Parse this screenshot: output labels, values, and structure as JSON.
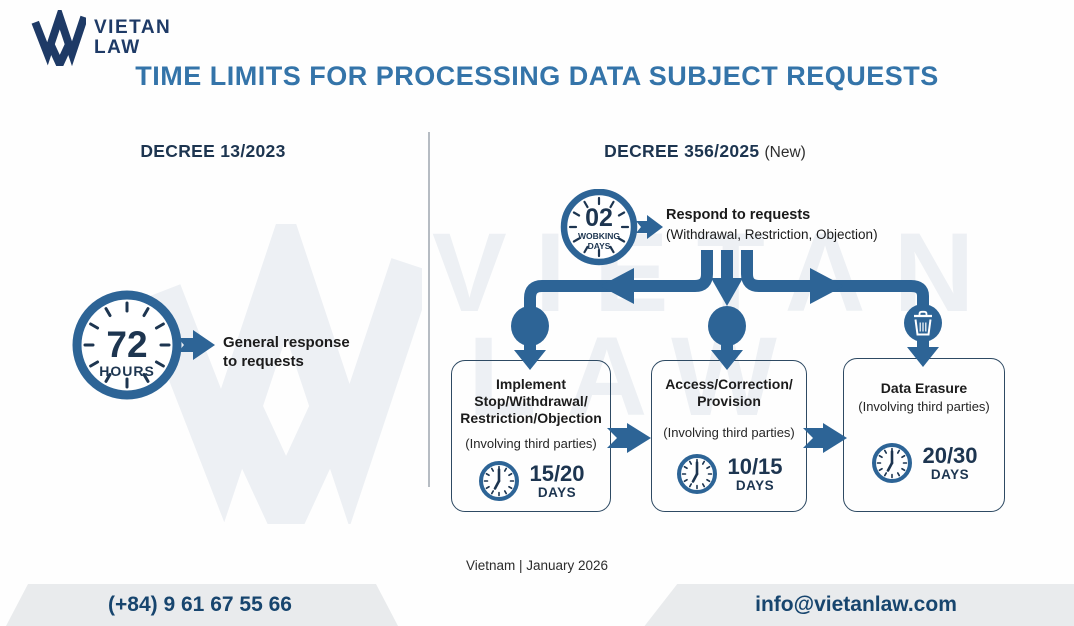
{
  "brand": {
    "line1": "VIETAN",
    "line2": "LAW"
  },
  "title": "TIME LIMITS FOR PROCESSING DATA SUBJECT REQUESTS",
  "watermark": {
    "line1": "VIETAN",
    "line2": "LAW"
  },
  "left_panel": {
    "heading": "DECREE 13/2023",
    "clock_value": "72",
    "clock_unit": "HOURS",
    "desc_line1": "General response",
    "desc_line2": "to requests"
  },
  "right_panel": {
    "heading": "DECREE 356/2025",
    "heading_suffix": "(New)",
    "clock_value": "02",
    "clock_unit_line1": "WOBKING",
    "clock_unit_line2": "DAYS",
    "respond_title": "Respond to requests",
    "respond_subtitle": "(Withdrawal, Restriction, Objection)",
    "boxes": [
      {
        "title_lines": [
          "Implement",
          "Stop/Withdrawal/",
          "Restriction/Objection"
        ],
        "note": "(Involving third parties)",
        "duration": "15/20",
        "unit": "DAYS"
      },
      {
        "title_lines": [
          "Access/Correction/",
          "Provision"
        ],
        "note": "(Involving third parties)",
        "duration": "10/15",
        "unit": "DAYS"
      },
      {
        "title_lines": [
          "Data Erasure"
        ],
        "note": "(Involving third parties)",
        "duration": "20/30",
        "unit": "DAYS"
      }
    ]
  },
  "footer": {
    "note": "Vietnam | January 2026",
    "phone": "(+84) 9 61 67 55 66",
    "email": "info@vietanlaw.com"
  },
  "colors": {
    "navy": "#1d3550",
    "steel_blue": "#2d6496",
    "title_blue": "#3474a9",
    "bar_gray": "#e9ebed",
    "watermark": "#edf0f4"
  }
}
